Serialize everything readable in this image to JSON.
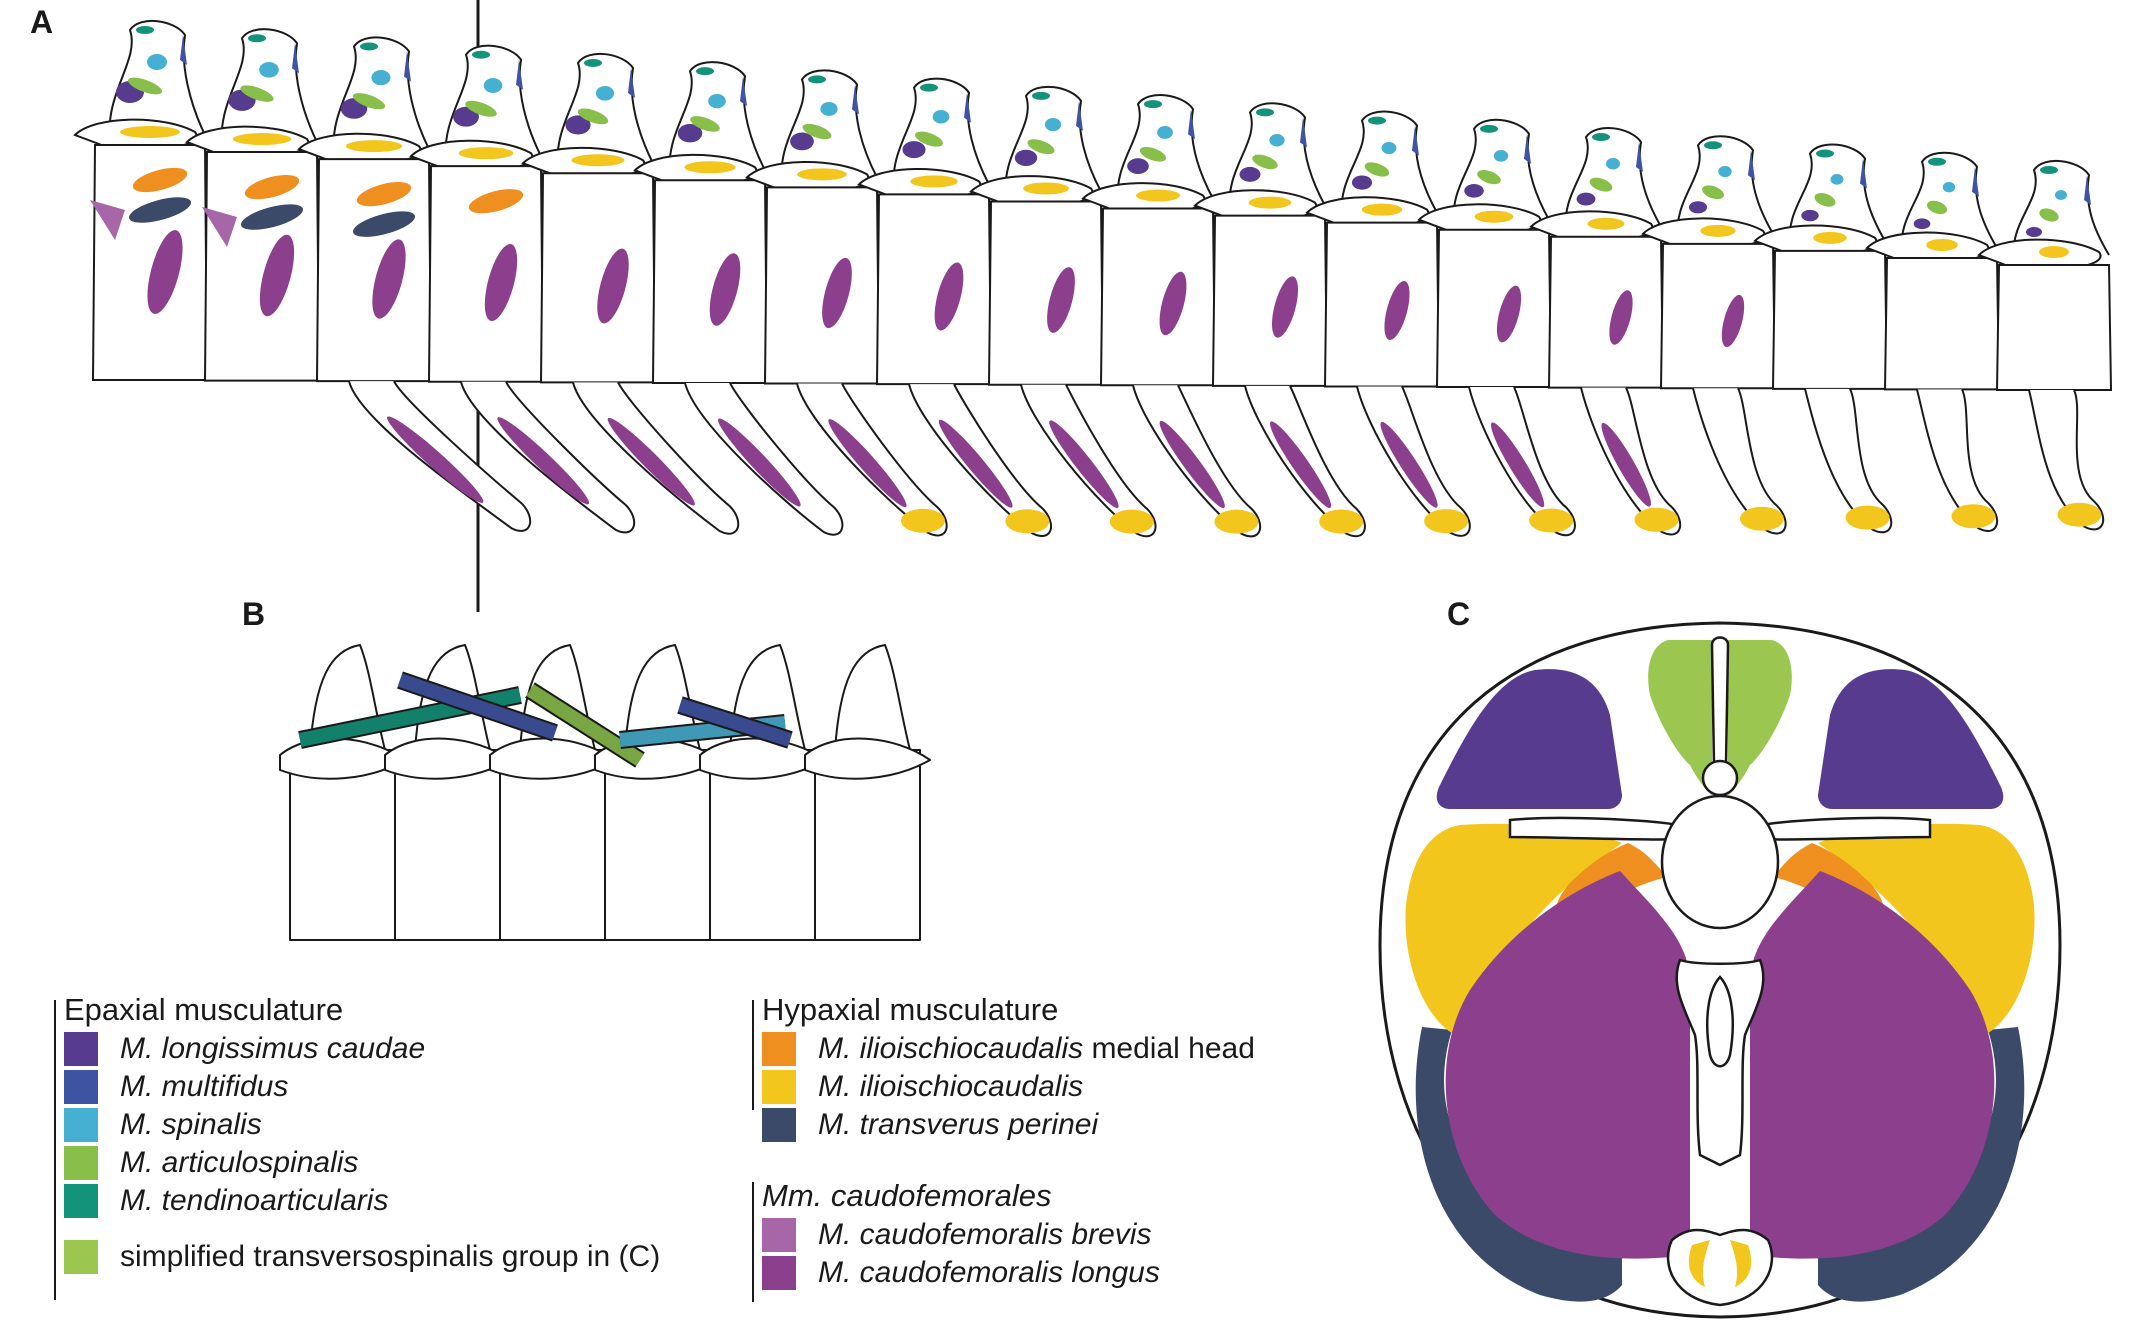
{
  "panels": {
    "a": "A",
    "b": "B",
    "c": "C"
  },
  "colors": {
    "longissimus": "#563b8e",
    "multifidus": "#3f53a3",
    "spinalis": "#46b0d2",
    "articulospinalis": "#88bf4b",
    "tendinoarticularis": "#13937a",
    "transversospinalis_simplified": "#9bc64f",
    "ilioischio_medial": "#ef8f1f",
    "ilioischio": "#f2c61d",
    "transversus_perinei": "#3b4a68",
    "cf_brevis": "#a766a8",
    "cf_longus": "#8b3f8c",
    "outline": "#1a1a1a"
  },
  "legend": {
    "epaxial": {
      "heading": "Epaxial musculature",
      "items": [
        {
          "name": "M. longissimus caudae",
          "suffix": "",
          "color": "#563b8e"
        },
        {
          "name": "M. multifidus",
          "suffix": "",
          "color": "#3f53a3"
        },
        {
          "name": "M. spinalis",
          "suffix": "",
          "color": "#46b0d2"
        },
        {
          "name": "M. articulospinalis",
          "suffix": "",
          "color": "#88bf4b"
        },
        {
          "name": "M. tendinoarticularis",
          "suffix": "",
          "color": "#13937a"
        }
      ],
      "simplified": {
        "label": "simplified transversospinalis group in (C)",
        "color": "#9bc64f"
      }
    },
    "hypaxial": {
      "heading": "Hypaxial musculature",
      "items": [
        {
          "name": "M. ilioischiocaudalis",
          "suffix": " medial head",
          "color": "#ef8f1f"
        },
        {
          "name": "M. ilioischiocaudalis",
          "suffix": "",
          "color": "#f2c61d"
        },
        {
          "name": "M. transverus perinei",
          "suffix": "",
          "color": "#3b4a68"
        }
      ]
    },
    "caudofemorales": {
      "heading": "Mm. caudofemorales",
      "items": [
        {
          "name": "M. caudofemoralis brevis",
          "suffix": "",
          "color": "#a766a8"
        },
        {
          "name": "M. caudofemoralis longus",
          "suffix": "",
          "color": "#8b3f8c"
        }
      ]
    }
  }
}
